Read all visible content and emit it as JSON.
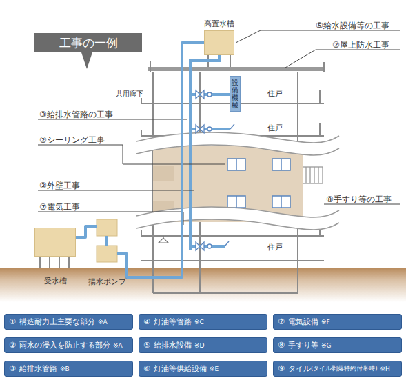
{
  "diagram": {
    "title": "工事の一例",
    "nodes": [
      {
        "text": [
          "高置水槽"
        ]
      },
      {
        "text": [
          "設備機械"
        ]
      },
      {
        "text": [
          "受水槽"
        ]
      },
      {
        "text": [
          "揚水ポンプ"
        ]
      },
      {
        "text": [
          "①",
          "構造耐力上主要な部分",
          "※A"
        ]
      },
      {
        "text": [
          "④",
          "灯油等管路",
          "※C"
        ]
      },
      {
        "text": [
          "⑦",
          "電気設備",
          "※F"
        ]
      },
      {
        "text": [
          "②",
          "雨水の浸入を防止する部分",
          "※A"
        ]
      },
      {
        "text": [
          "⑤",
          "給排水設備",
          "※D"
        ]
      },
      {
        "text": [
          "⑧",
          "手すり等",
          "※G"
        ]
      },
      {
        "text": [
          "③",
          "給排水管路",
          "※B"
        ]
      },
      {
        "text": [
          "⑥",
          "灯油等供給設備",
          "※E"
        ]
      },
      {
        "text": [
          "⑨",
          "タイル",
          "(タイル剥落特約付帯時)",
          "※H"
        ]
      }
    ],
    "edges": [
      {
        "from": 2,
        "to": 3,
        "arrow": "none"
      },
      {
        "from": 3,
        "to": 0,
        "arrow": "none"
      }
    ],
    "labels": [
      "⑤給水設備等の工事",
      "②屋上防水工事",
      "共用廊下",
      "住戸",
      "住戸",
      "③給排水管路の工事",
      "②シーリング工事",
      "②外壁工事",
      "⑧手すり等の工事",
      "⑦電気工事",
      "住戸"
    ]
  }
}
